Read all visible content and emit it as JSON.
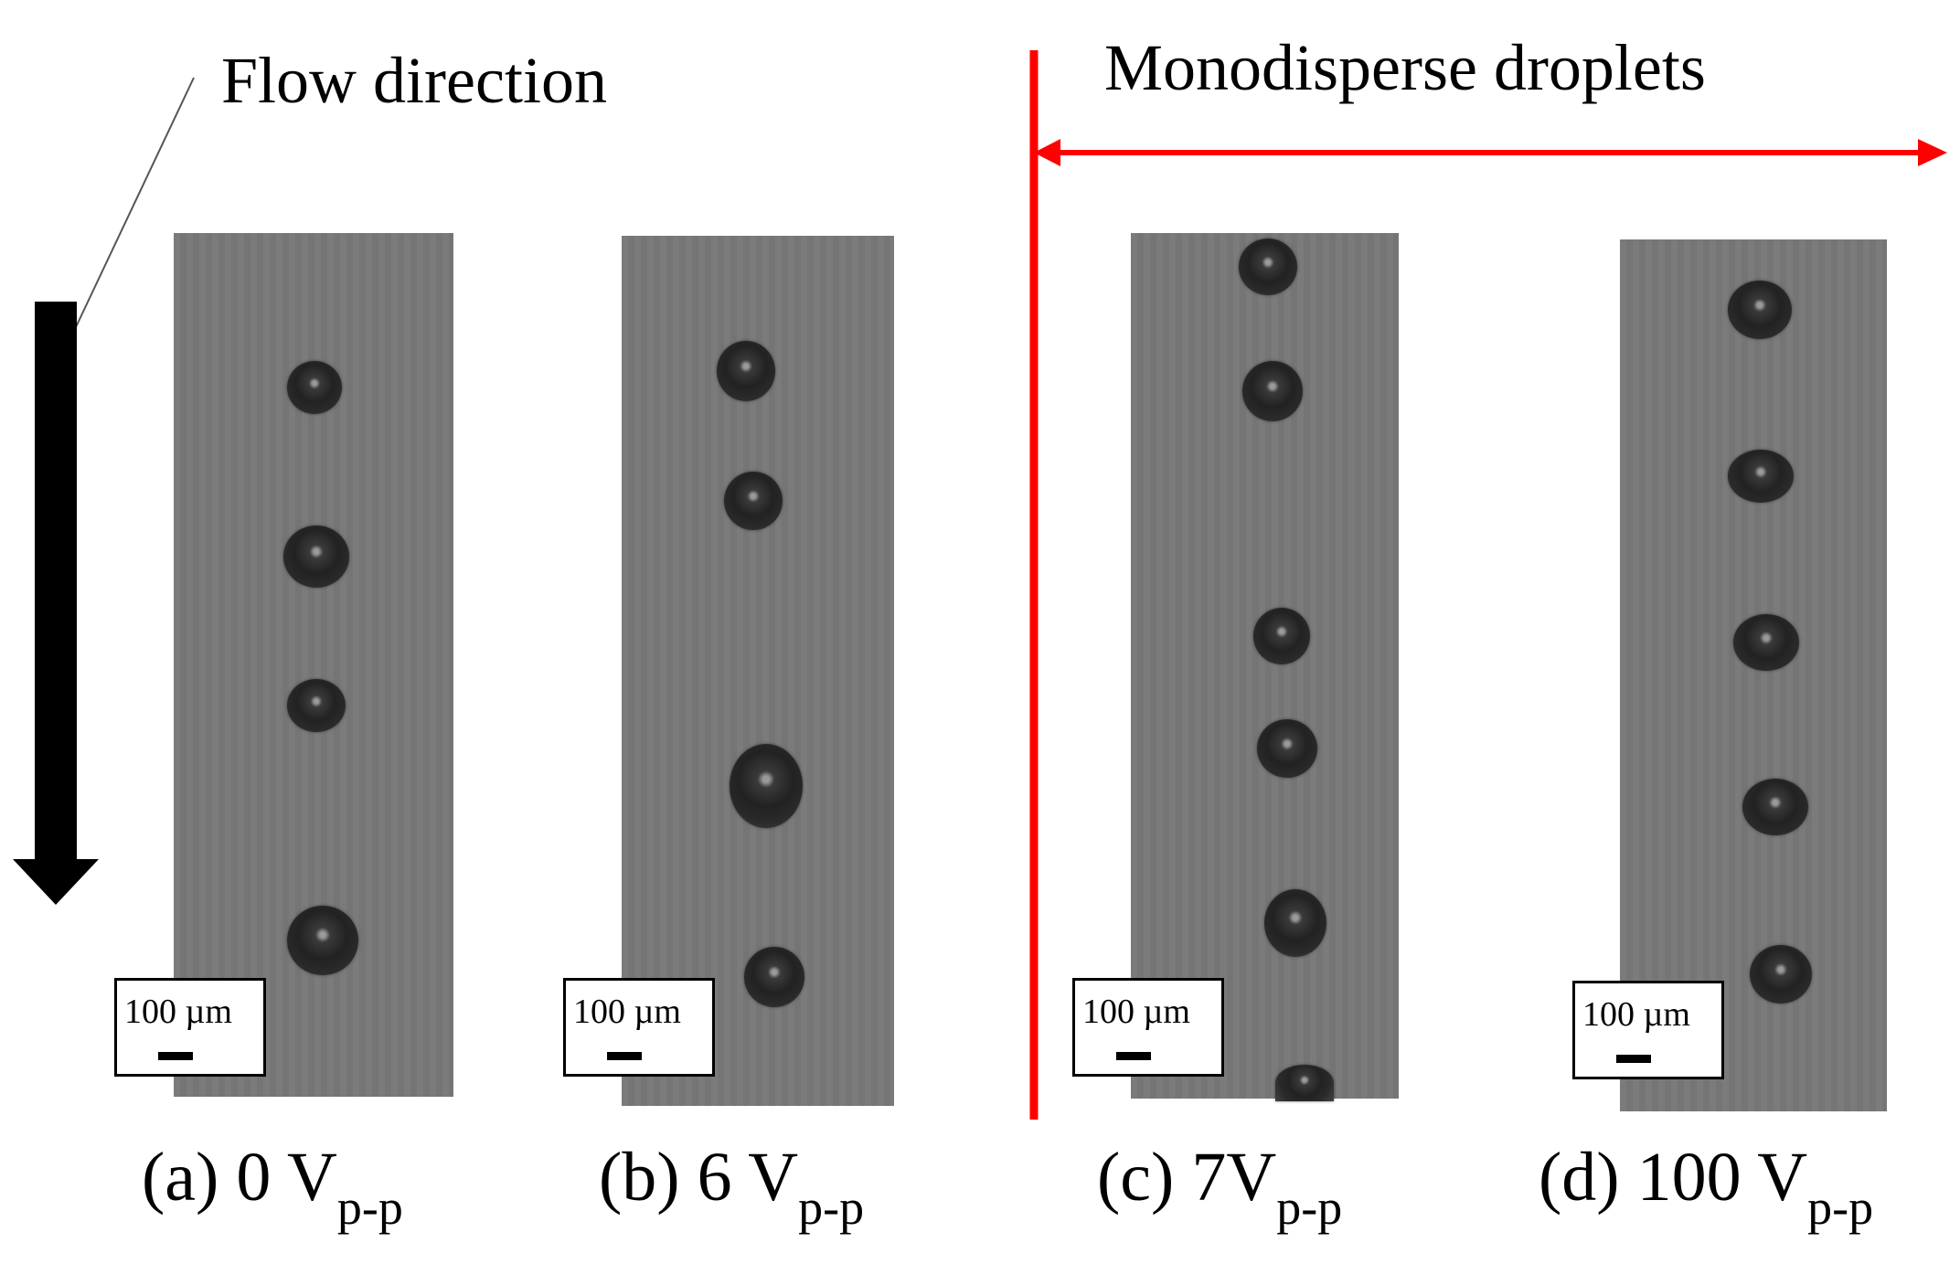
{
  "labels": {
    "flow_direction": "Flow direction",
    "monodisperse": "Monodisperse droplets"
  },
  "scale_bar": "100 µm",
  "panels": [
    {
      "letter": "(a)",
      "value": "0 V",
      "sub": "p-p"
    },
    {
      "letter": "(b)",
      "value": "6 V",
      "sub": "p-p"
    },
    {
      "letter": "(c)",
      "value": "7V",
      "sub": "p-p"
    },
    {
      "letter": "(d)",
      "value": "100 V",
      "sub": "p-p"
    }
  ],
  "colors": {
    "highlight": "#ff0000",
    "panel_bg": "#787878",
    "arrow": "#000000"
  }
}
